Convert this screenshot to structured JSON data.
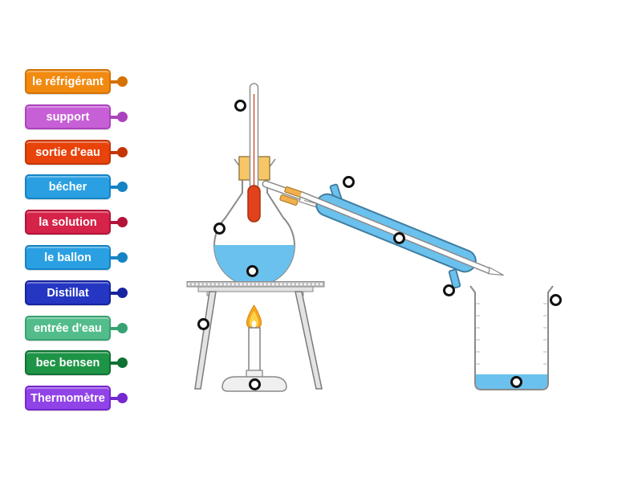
{
  "activity": {
    "type_hint": "labelled-diagram exercise",
    "marker_count": 10
  },
  "word_bank": {
    "items": [
      {
        "text": "le réfrigérant",
        "bg": "#f28a10",
        "border": "#d57203"
      },
      {
        "text": "support",
        "bg": "#c75fd6",
        "border": "#ab43bd"
      },
      {
        "text": "sortie d'eau",
        "bg": "#e8430b",
        "border": "#c43503"
      },
      {
        "text": "bécher",
        "bg": "#2aa0e2",
        "border": "#1583c4"
      },
      {
        "text": "la solution",
        "bg": "#d62349",
        "border": "#b31239"
      },
      {
        "text": "le ballon",
        "bg": "#2aa0e2",
        "border": "#1583c4"
      },
      {
        "text": "Distillat",
        "bg": "#2436c2",
        "border": "#17249e"
      },
      {
        "text": "entrée d'eau",
        "bg": "#52bd8b",
        "border": "#37a271"
      },
      {
        "text": "bec bensen",
        "bg": "#1e9447",
        "border": "#107134"
      },
      {
        "text": "Thermomètre",
        "bg": "#9043e6",
        "border": "#7428cf"
      }
    ]
  },
  "diagram": {
    "colors": {
      "liquid": "#6ac1ed",
      "condenser_fill": "#6ac1ed",
      "condenser_border": "#417c9e",
      "glass_outline": "#8a8a8a",
      "stopper_fill": "#f7c666",
      "stopper_border": "#9a8146",
      "sleeve_fill": "#f0b050",
      "sleeve_border": "#a5731e",
      "thermometer_bulb": "#e2421b",
      "thermometer_line": "#d04a28",
      "flame_outer": "#f7a51f",
      "flame_inner": "#fcd34d",
      "flame_core": "#fffdf0",
      "metal_fill": "#e3e3e3",
      "metal_border": "#7a7a7a"
    }
  }
}
